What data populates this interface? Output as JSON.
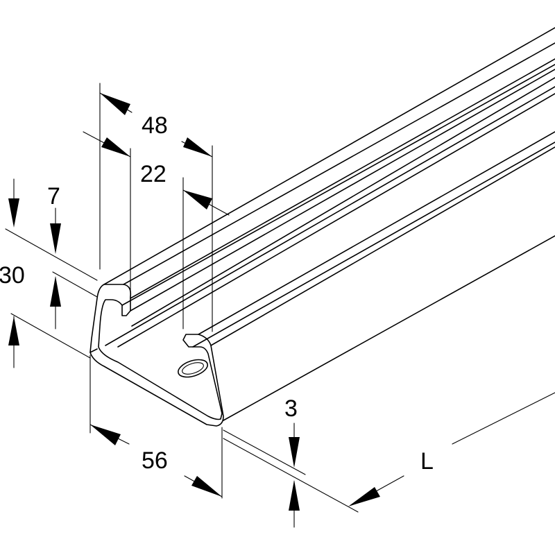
{
  "dimensions": {
    "top_outer_width": "48",
    "slot_width": "22",
    "lip_height": "7",
    "profile_height": "30",
    "base_width": "56",
    "wall_thickness": "3",
    "length": "L"
  },
  "colors": {
    "line": "#000000",
    "background": "#ffffff"
  }
}
